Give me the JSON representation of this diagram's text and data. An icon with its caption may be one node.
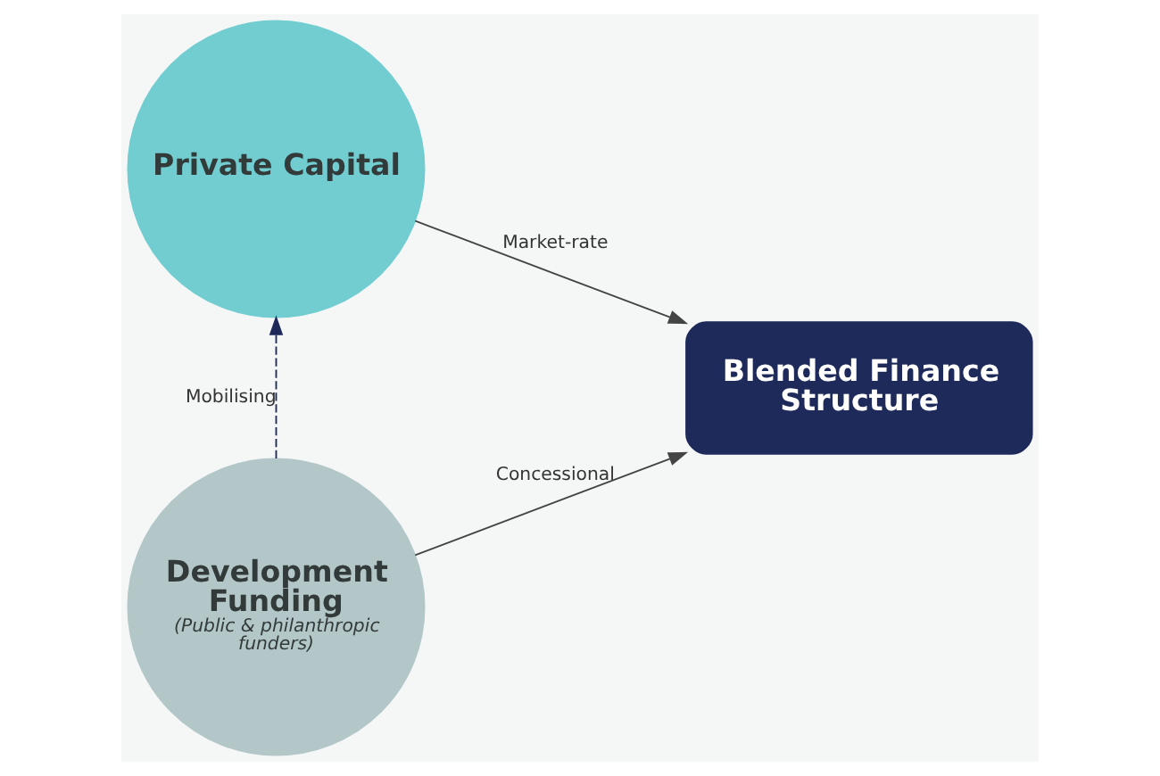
{
  "diagram": {
    "nodes": [
      {
        "text": [
          "Private Capital"
        ]
      },
      {
        "text": [
          "Development Funding",
          "(Public & philanthropic funders)"
        ]
      },
      {
        "text": [
          "Blended Finance Structure"
        ]
      }
    ],
    "edges": [
      {
        "from": 0,
        "to": 2,
        "arrow": "to",
        "label": "Market-rate"
      },
      {
        "from": 1,
        "to": 2,
        "arrow": "to",
        "label": "Concessional"
      },
      {
        "from": 1,
        "to": 0,
        "arrow": "to",
        "label": "Mobilising",
        "style": "dashed",
        "color": "#1e2a5a"
      }
    ]
  }
}
